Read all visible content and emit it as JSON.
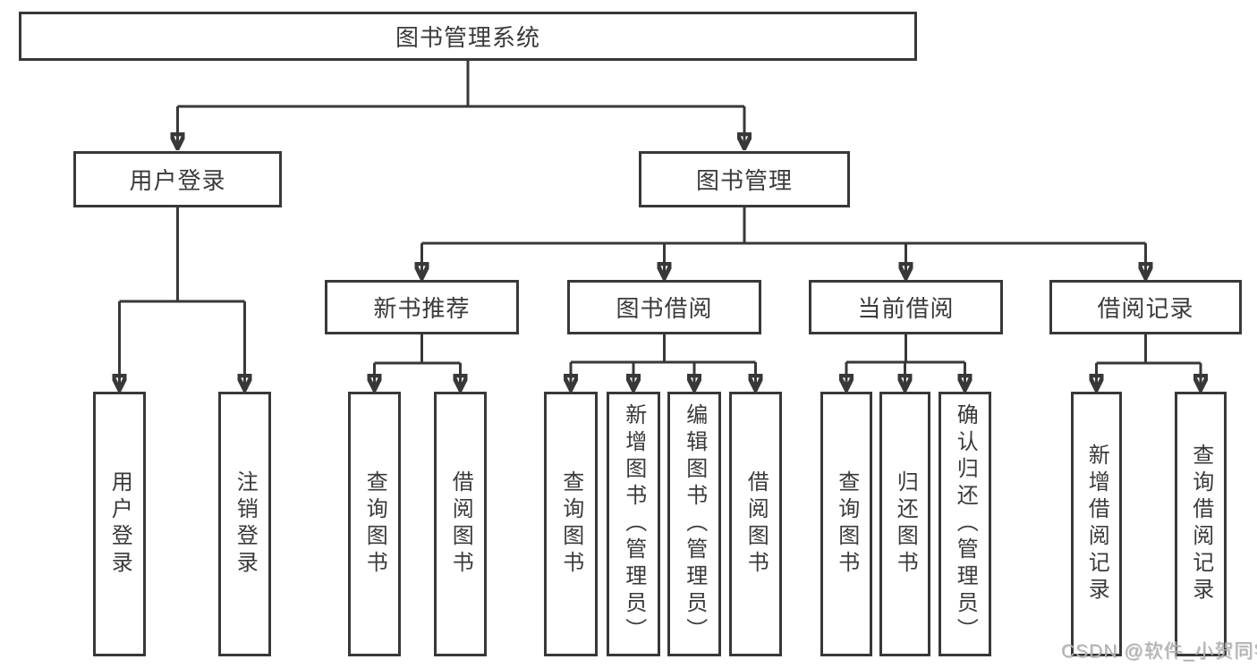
{
  "diagram": {
    "type": "tree",
    "colors": {
      "background": "#ffffff",
      "line": "#383838",
      "border": "#383838",
      "text": "#3a3a3a",
      "watermark": "#b3b3b3"
    },
    "watermark": {
      "text": "CSDN @软件_小贺同学"
    },
    "tree": {
      "root": {
        "label": "图书管理系统"
      },
      "children": [
        {
          "label": "用户登录",
          "children": [
            {
              "label": "用户登录"
            },
            {
              "label": "注销登录"
            }
          ]
        },
        {
          "label": "图书管理",
          "children": [
            {
              "label": "新书推荐",
              "children": [
                {
                  "label": "查询图书"
                },
                {
                  "label": "借阅图书"
                }
              ]
            },
            {
              "label": "图书借阅",
              "children": [
                {
                  "label": "查询图书"
                },
                {
                  "label": "新增图书（管理员）"
                },
                {
                  "label": "编辑图书（管理员）"
                },
                {
                  "label": "借阅图书"
                }
              ]
            },
            {
              "label": "当前借阅",
              "children": [
                {
                  "label": "查询图书"
                },
                {
                  "label": "归还图书"
                },
                {
                  "label": "确认归还（管理员）"
                }
              ]
            },
            {
              "label": "借阅记录",
              "children": [
                {
                  "label": "新增借阅记录"
                },
                {
                  "label": "查询借阅记录"
                }
              ]
            }
          ]
        }
      ]
    }
  }
}
